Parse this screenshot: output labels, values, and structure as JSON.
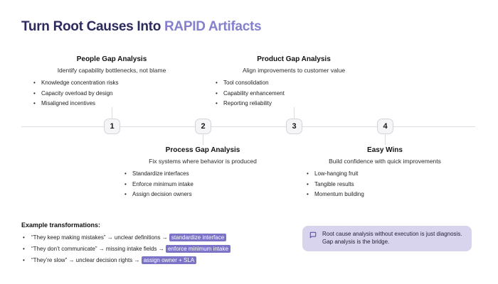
{
  "title": {
    "prefix": "Turn Root Causes Into",
    "accent": "RAPID Artifacts"
  },
  "timeline": {
    "steps": [
      "1",
      "2",
      "3",
      "4"
    ]
  },
  "sections": [
    {
      "step": "1",
      "title": "People Gap Analysis",
      "subtitle": "Identify capability bottlenecks, not blame",
      "bullets": [
        "Knowledge concentration risks",
        "Capacity overload by design",
        "Misaligned incentives"
      ]
    },
    {
      "step": "2",
      "title": "Process Gap Analysis",
      "subtitle": "Fix systems where behavior is produced",
      "bullets": [
        "Standardize interfaces",
        "Enforce minimum intake",
        "Assign decision owners"
      ]
    },
    {
      "step": "3",
      "title": "Product Gap Analysis",
      "subtitle": "Align improvements to customer value",
      "bullets": [
        "Tool consolidation",
        "Capability enhancement",
        "Reporting reliability"
      ]
    },
    {
      "step": "4",
      "title": "Easy Wins",
      "subtitle": "Build confidence with quick improvements",
      "bullets": [
        "Low-hanging fruit",
        "Tangible results",
        "Momentum building"
      ]
    }
  ],
  "examples": {
    "heading": "Example transformations:",
    "items": [
      {
        "text": "“They keep making mistakes” → unclear definitions →",
        "chip": "standardize interface"
      },
      {
        "text": "“They don’t communicate” → missing intake fields →",
        "chip": "enforce minimum intake"
      },
      {
        "text": "“They’re slow” → unclear decision rights →",
        "chip": "assign owner + SLA"
      }
    ]
  },
  "callout": {
    "icon": "message-square-icon",
    "lines": [
      "Root cause analysis without execution is just diagnosis.",
      "Gap analysis is the bridge."
    ]
  },
  "colors": {
    "title_dark": "#2d2a5e",
    "title_accent": "#8480ce",
    "chip_bg": "#7b73c6",
    "callout_bg": "#d9d4ed",
    "timeline_line": "#dcdbe6",
    "badge_bg": "#f5f5f8"
  }
}
